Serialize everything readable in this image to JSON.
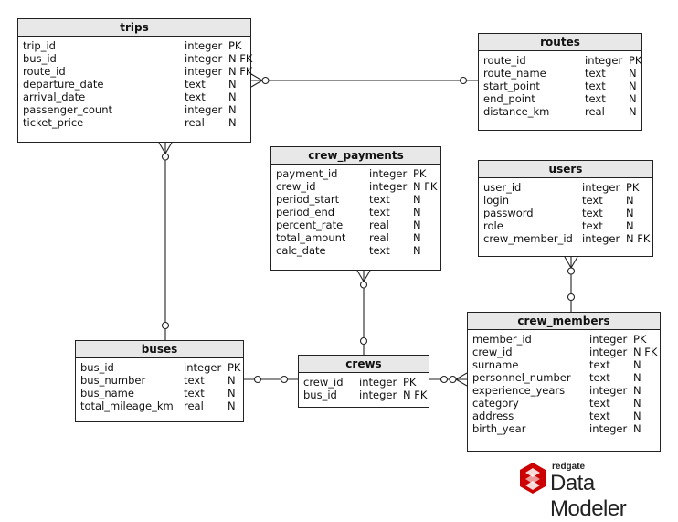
{
  "entities": {
    "trips": {
      "title": "trips",
      "rows": [
        {
          "name": "trip_id",
          "type": "integer",
          "key": "PK"
        },
        {
          "name": "bus_id",
          "type": "integer",
          "key": "N FK"
        },
        {
          "name": "route_id",
          "type": "integer",
          "key": "N FK"
        },
        {
          "name": "departure_date",
          "type": "text",
          "key": "N"
        },
        {
          "name": "arrival_date",
          "type": "text",
          "key": "N"
        },
        {
          "name": "passenger_count",
          "type": "integer",
          "key": "N"
        },
        {
          "name": "ticket_price",
          "type": "real",
          "key": "N"
        }
      ]
    },
    "routes": {
      "title": "routes",
      "rows": [
        {
          "name": "route_id",
          "type": "integer",
          "key": "PK"
        },
        {
          "name": "route_name",
          "type": "text",
          "key": "N"
        },
        {
          "name": "start_point",
          "type": "text",
          "key": "N"
        },
        {
          "name": "end_point",
          "type": "text",
          "key": "N"
        },
        {
          "name": "distance_km",
          "type": "real",
          "key": "N"
        }
      ]
    },
    "crew_payments": {
      "title": "crew_payments",
      "rows": [
        {
          "name": "payment_id",
          "type": "integer",
          "key": "PK"
        },
        {
          "name": "crew_id",
          "type": "integer",
          "key": "N FK"
        },
        {
          "name": "period_start",
          "type": "text",
          "key": "N"
        },
        {
          "name": "period_end",
          "type": "text",
          "key": "N"
        },
        {
          "name": "percent_rate",
          "type": "real",
          "key": "N"
        },
        {
          "name": "total_amount",
          "type": "real",
          "key": "N"
        },
        {
          "name": "calc_date",
          "type": "text",
          "key": "N"
        }
      ]
    },
    "users": {
      "title": "users",
      "rows": [
        {
          "name": "user_id",
          "type": "integer",
          "key": "PK"
        },
        {
          "name": "login",
          "type": "text",
          "key": "N"
        },
        {
          "name": "password",
          "type": "text",
          "key": "N"
        },
        {
          "name": "role",
          "type": "text",
          "key": "N"
        },
        {
          "name": "crew_member_id",
          "type": "integer",
          "key": "N FK"
        }
      ]
    },
    "buses": {
      "title": "buses",
      "rows": [
        {
          "name": "bus_id",
          "type": "integer",
          "key": "PK"
        },
        {
          "name": "bus_number",
          "type": "text",
          "key": "N"
        },
        {
          "name": "bus_name",
          "type": "text",
          "key": "N"
        },
        {
          "name": "total_mileage_km",
          "type": "real",
          "key": "N"
        }
      ]
    },
    "crews": {
      "title": "crews",
      "rows": [
        {
          "name": "crew_id",
          "type": "integer",
          "key": "PK"
        },
        {
          "name": "bus_id",
          "type": "integer",
          "key": "N FK"
        }
      ]
    },
    "crew_members": {
      "title": "crew_members",
      "rows": [
        {
          "name": "member_id",
          "type": "integer",
          "key": "PK"
        },
        {
          "name": "crew_id",
          "type": "integer",
          "key": "N FK"
        },
        {
          "name": "surname",
          "type": "text",
          "key": "N"
        },
        {
          "name": "personnel_number",
          "type": "text",
          "key": "N"
        },
        {
          "name": "experience_years",
          "type": "integer",
          "key": "N"
        },
        {
          "name": "category",
          "type": "text",
          "key": "N"
        },
        {
          "name": "address",
          "type": "text",
          "key": "N"
        },
        {
          "name": "birth_year",
          "type": "integer",
          "key": "N"
        }
      ]
    }
  },
  "branding": {
    "small": "redgate",
    "big": "Data Modeler",
    "mark_color": "#cc0000"
  },
  "colors": {
    "line": "#222222",
    "header_bg": "#e8e8e8"
  }
}
